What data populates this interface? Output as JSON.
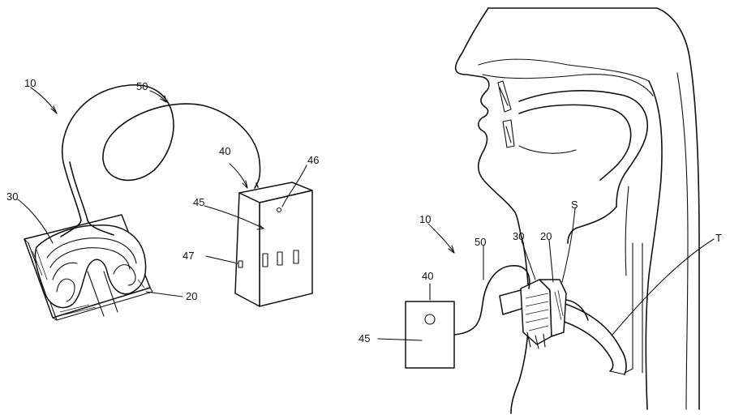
{
  "figure_left": {
    "labels": {
      "device": "10",
      "tube": "50",
      "control_unit": "40",
      "port": "46",
      "face": "45",
      "connector": "47",
      "pad": "30",
      "base": "20"
    }
  },
  "figure_right": {
    "labels": {
      "device": "10",
      "control_unit": "40",
      "face": "45",
      "tube": "50",
      "pad": "30",
      "base": "20",
      "soft_palate": "S",
      "tube_airway": "T"
    }
  }
}
